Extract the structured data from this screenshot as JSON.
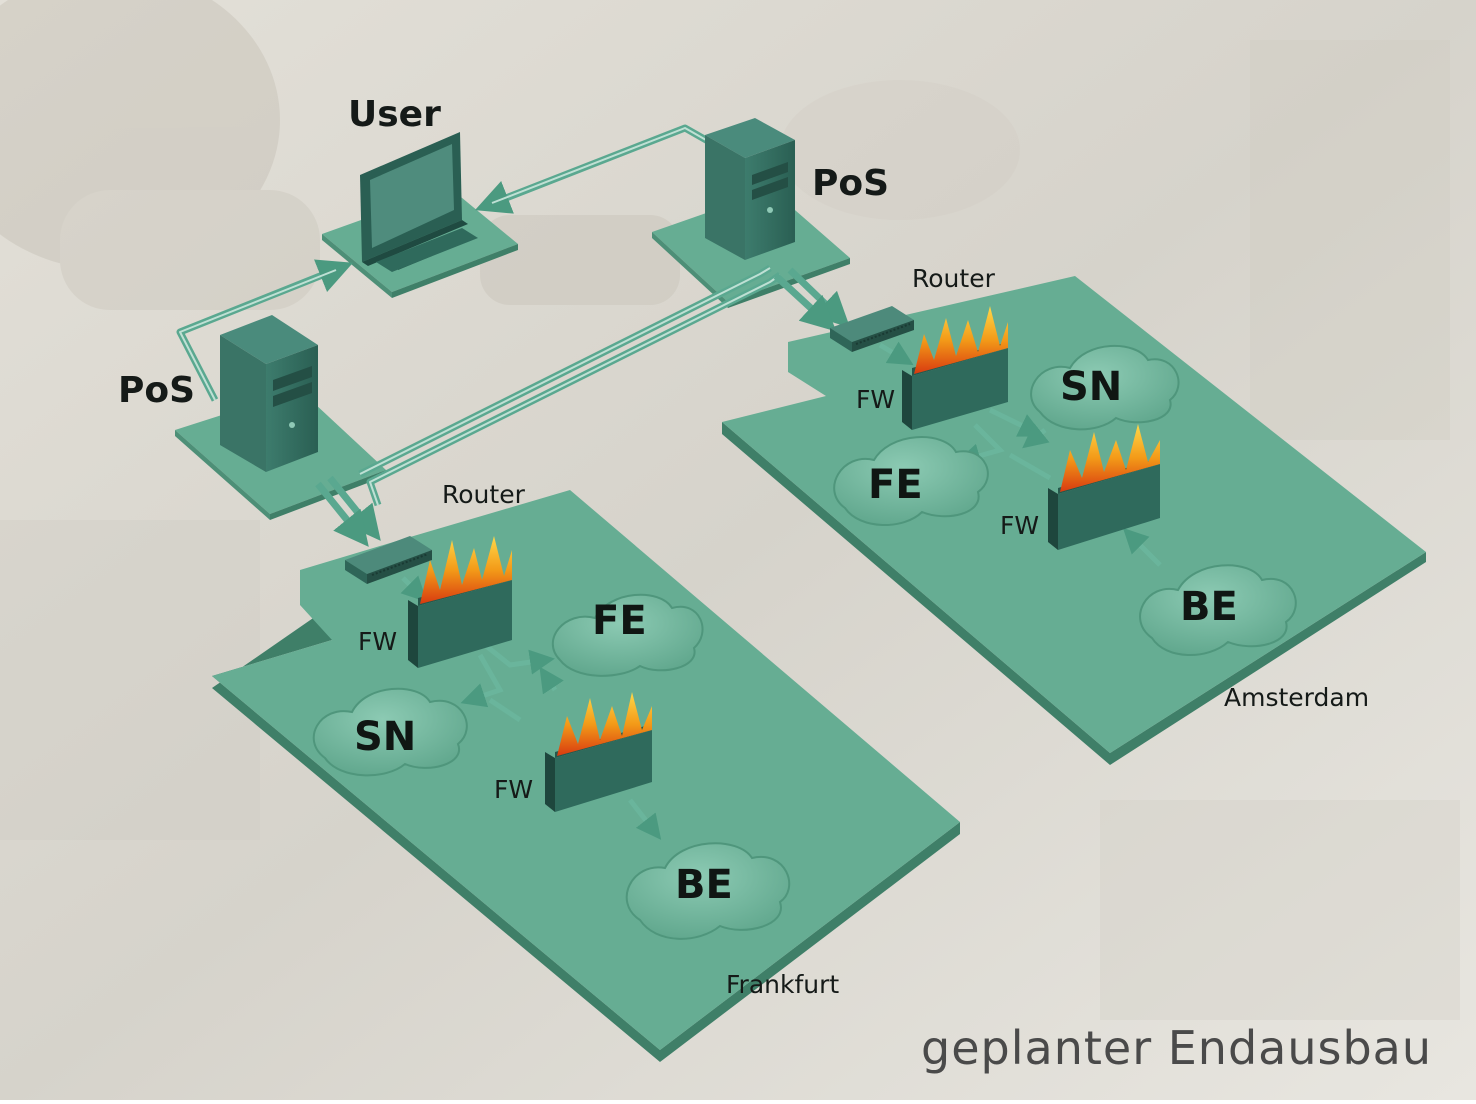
{
  "caption": "geplanter Endausbau",
  "top": {
    "user_label": "User",
    "pos_right_label": "PoS",
    "pos_left_label": "PoS"
  },
  "frankfurt": {
    "site_label": "Frankfurt",
    "router_label": "Router",
    "fw_upper_label": "FW",
    "fw_lower_label": "FW",
    "fe_label": "FE",
    "sn_label": "SN",
    "be_label": "BE"
  },
  "amsterdam": {
    "site_label": "Amsterdam",
    "router_label": "Router",
    "fw_upper_label": "FW",
    "fw_lower_label": "FW",
    "fe_label": "FE",
    "sn_label": "SN",
    "be_label": "BE"
  },
  "icons": {
    "user": "monitor-icon",
    "pos": "tower-pc-icon",
    "router": "router-icon",
    "firewall": "firewall-icon",
    "network": "cloud-icon"
  },
  "colors": {
    "platform": "#66ad93",
    "platform_side": "#3f7f68",
    "cloud": "#72b79e",
    "device": "#2e6d5f",
    "flame": "#f3a21a",
    "caption": "#4a4a4a"
  }
}
